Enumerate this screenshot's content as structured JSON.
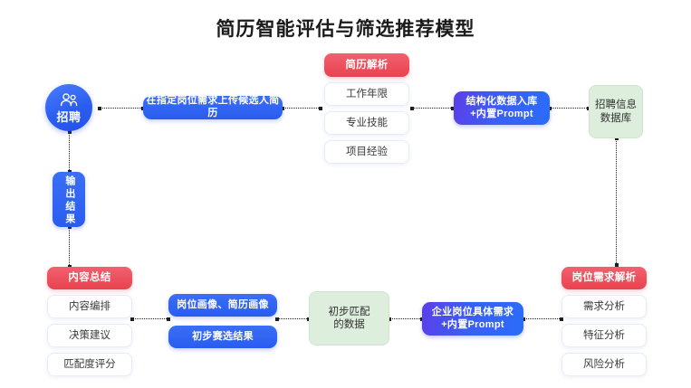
{
  "page": {
    "title": "简历智能评估与筛选推荐模型",
    "background": "#ffffff"
  },
  "colors": {
    "blue": "#2a5bf0",
    "blue_light": "#3a6ff5",
    "gradient_purple": "#5b3fe8",
    "red": "#e8434f",
    "red_light": "#f2606f",
    "green": "#ddeedd",
    "white_card_border": "#e6ecfb",
    "connector": "#1f1f1f"
  },
  "nodes": {
    "recruit": {
      "label": "招聘",
      "icon": "people-group-icon"
    },
    "upload_resume": {
      "label": "在指定岗位需求上传候选人简历"
    },
    "resume_parse": {
      "header": "简历解析",
      "items": [
        {
          "label": "工作年限"
        },
        {
          "label": "专业技能"
        },
        {
          "label": "项目经验"
        }
      ]
    },
    "structured_store": {
      "line1": "结构化数据入库",
      "line2": "+内置Prompt"
    },
    "recruit_db": {
      "line1": "招聘信息",
      "line2": "数据库"
    },
    "output_result": {
      "label": "输出结果"
    },
    "content_summary": {
      "header": "内容总结",
      "items": [
        {
          "label": "内容编排"
        },
        {
          "label": "决策建议"
        },
        {
          "label": "匹配度评分"
        }
      ]
    },
    "portrait": {
      "label": "岗位画像、简历画像"
    },
    "preliminary_screening": {
      "label": "初步赛选结果"
    },
    "matched_data": {
      "line1": "初步匹配",
      "line2": "的数据"
    },
    "enterprise_demand": {
      "line1": "企业岗位具体需求",
      "line2": "+内置Prompt"
    },
    "job_requirement_parse": {
      "header": "岗位需求解析",
      "items": [
        {
          "label": "需求分析"
        },
        {
          "label": "特征分析"
        },
        {
          "label": "风险分析"
        }
      ]
    }
  }
}
